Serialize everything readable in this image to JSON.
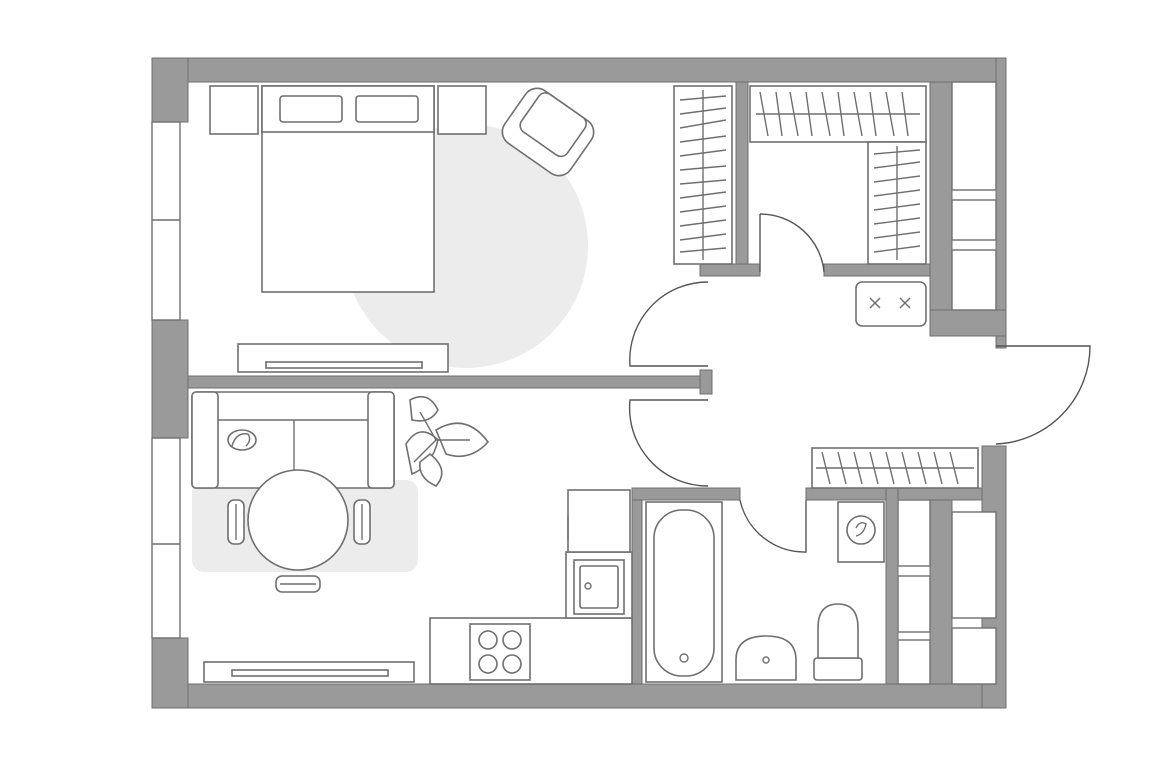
{
  "plan": {
    "rooms": [
      "bedroom",
      "living-kitchen",
      "hallway",
      "bathroom",
      "walk-in-closet"
    ],
    "colors": {
      "wall_fill": "#9a9a9a",
      "line": "#6f6f6f",
      "rug": "#ececec",
      "background": "#ffffff"
    }
  }
}
